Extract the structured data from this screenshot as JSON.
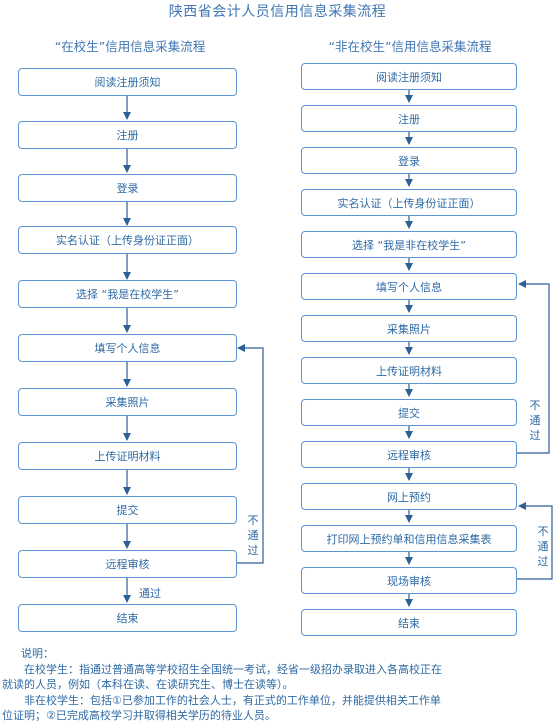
{
  "title": "陕西省会计人员信用信息采集流程",
  "left": {
    "heading": "“在校生”信用信息采集流程",
    "steps": [
      "阅读注册须知",
      "注册",
      "登录",
      "实名认证（上传身份证正面）",
      "选择 “我是在校学生”",
      "填写个人信息",
      "采集照片",
      "上传证明材料",
      "提交",
      "远程审核",
      "结束"
    ],
    "reject_label": [
      "不",
      "通",
      "过"
    ],
    "pass_label": "通过"
  },
  "right": {
    "heading": "“非在校生”信用信息采集流程",
    "steps": [
      "阅读注册须知",
      "注册",
      "登录",
      "实名认证（上传身份证正面）",
      "选择 “我是非在校学生”",
      "填写个人信息",
      "采集照片",
      "上传证明材料",
      "提交",
      "远程审核",
      "网上预约",
      "打印网上预约单和信用信息采集表",
      "现场审核",
      "结束"
    ],
    "reject_label_1": [
      "不",
      "通",
      "过"
    ],
    "reject_label_2": [
      "不",
      "通",
      "过"
    ]
  },
  "description": {
    "heading": "说明：",
    "line1": "在校学生：指通过普通高等学校招生全国统一考试，经省一级招办录取进入各高校正在",
    "line2": "就读的人员，例如（本科在读、在读研究生、博士在读等）。",
    "line3": "非在校学生：包括①已参加工作的社会人士，有正式的工作单位，并能提供相关工作单",
    "line4": "位证明；②已完成高校学习并取得相关学历的待业人员。"
  },
  "colors": {
    "accent": "#3f76b3",
    "box_border": "#5b95d2",
    "line": "#2e5f96"
  }
}
